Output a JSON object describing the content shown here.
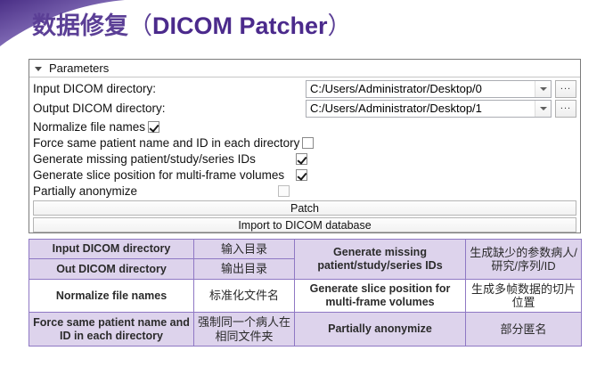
{
  "slide": {
    "title_zh": "数据修复",
    "title_paren_open": "（",
    "title_en": "DICOM Patcher",
    "title_paren_close": "）",
    "accent_color": "#5b3f96",
    "table_border_color": "#8f78c4",
    "table_shade_color": "#ddd3ec"
  },
  "panel": {
    "header_title": "Parameters",
    "collapse_icon": "triangle-down-icon",
    "fields": [
      {
        "label": "Input DICOM directory:",
        "value": "C:/Users/Administrator/Desktop/0",
        "browse_label": "...",
        "dropdown_icon": "chevron-down-icon"
      },
      {
        "label": "Output DICOM directory:",
        "value": "C:/Users/Administrator/Desktop/1",
        "browse_label": "...",
        "dropdown_icon": "chevron-down-icon"
      }
    ],
    "checkboxes": [
      {
        "label": "Normalize file names",
        "checked": true,
        "disabled": false
      },
      {
        "label": "Force same patient name and ID in each directory",
        "checked": false,
        "disabled": false
      },
      {
        "label": "Generate missing patient/study/series IDs",
        "checked": true,
        "disabled": false
      },
      {
        "label": "Generate slice position for multi-frame volumes",
        "checked": true,
        "disabled": false
      },
      {
        "label": "Partially anonymize",
        "checked": false,
        "disabled": true
      }
    ],
    "buttons": [
      {
        "label": "Patch"
      },
      {
        "label": "Import to DICOM database"
      }
    ]
  },
  "legend": {
    "rows": [
      {
        "shaded": true,
        "cells": [
          {
            "text": "Input DICOM directory",
            "lang": "en",
            "rowspan": 1
          },
          {
            "text": "输入目录",
            "lang": "zh",
            "rowspan": 1
          },
          {
            "text": "Generate missing patient/study/series IDs",
            "lang": "en",
            "rowspan": 2
          },
          {
            "text": "生成缺少的参数病人/研究/序列/ID",
            "lang": "zh",
            "rowspan": 2
          }
        ]
      },
      {
        "shaded": true,
        "cells": [
          {
            "text": "Out DICOM directory",
            "lang": "en",
            "rowspan": 1
          },
          {
            "text": "输出目录",
            "lang": "zh",
            "rowspan": 1
          }
        ]
      },
      {
        "shaded": false,
        "cells": [
          {
            "text": "Normalize file names",
            "lang": "en",
            "rowspan": 1
          },
          {
            "text": "标准化文件名",
            "lang": "zh",
            "rowspan": 1
          },
          {
            "text": "Generate slice position for multi-frame volumes",
            "lang": "en",
            "rowspan": 1
          },
          {
            "text": "生成多帧数据的切片位置",
            "lang": "zh",
            "rowspan": 1
          }
        ]
      },
      {
        "shaded": true,
        "cells": [
          {
            "text": "Force same patient name and ID in each directory",
            "lang": "en",
            "rowspan": 1
          },
          {
            "text": "强制同一个病人在相同文件夹",
            "lang": "zh",
            "rowspan": 1
          },
          {
            "text": "Partially anonymize",
            "lang": "en",
            "rowspan": 1
          },
          {
            "text": "部分匿名",
            "lang": "zh",
            "rowspan": 1
          }
        ]
      }
    ]
  }
}
